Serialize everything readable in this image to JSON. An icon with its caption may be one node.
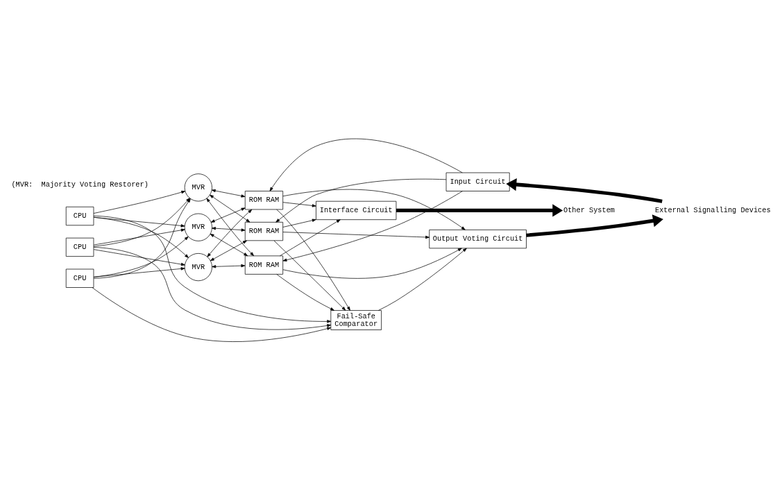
{
  "diagram": {
    "nodes": [
      {
        "text": [
          "CPU"
        ]
      },
      {
        "text": [
          "CPU"
        ]
      },
      {
        "text": [
          "CPU"
        ]
      },
      {
        "text": [
          "MVR"
        ]
      },
      {
        "text": [
          "MVR"
        ]
      },
      {
        "text": [
          "MVR"
        ]
      },
      {
        "text": [
          "Interface Circuit"
        ]
      },
      {
        "text": [
          "Other System"
        ]
      },
      {
        "text": [
          "ROM RAM"
        ]
      },
      {
        "text": [
          "ROM RAM"
        ]
      },
      {
        "text": [
          "ROM RAM"
        ]
      },
      {
        "text": [
          "Fail-Safe",
          "Comparator"
        ]
      },
      {
        "text": [
          "Output Voting Circuit"
        ]
      },
      {
        "text": [
          "Input Circuit"
        ]
      },
      {
        "text": [
          "External Signalling Devices"
        ]
      }
    ],
    "edges": [
      {
        "from": 0,
        "to": 3,
        "arrow": "to"
      },
      {
        "from": 0,
        "to": 4,
        "arrow": "to"
      },
      {
        "from": 0,
        "to": 5,
        "arrow": "to"
      },
      {
        "from": 1,
        "to": 3,
        "arrow": "to"
      },
      {
        "from": 1,
        "to": 4,
        "arrow": "to"
      },
      {
        "from": 1,
        "to": 5,
        "arrow": "to"
      },
      {
        "from": 2,
        "to": 3,
        "arrow": "to"
      },
      {
        "from": 2,
        "to": 4,
        "arrow": "to"
      },
      {
        "from": 2,
        "to": 5,
        "arrow": "to"
      },
      {
        "from": 3,
        "to": 8,
        "arrow": "both"
      },
      {
        "from": 4,
        "to": 8,
        "arrow": "both"
      },
      {
        "from": 5,
        "to": 8,
        "arrow": "both"
      },
      {
        "from": 3,
        "to": 9,
        "arrow": "both"
      },
      {
        "from": 4,
        "to": 9,
        "arrow": "both"
      },
      {
        "from": 5,
        "to": 9,
        "arrow": "both"
      },
      {
        "from": 3,
        "to": 10,
        "arrow": "both"
      },
      {
        "from": 4,
        "to": 10,
        "arrow": "both"
      },
      {
        "from": 5,
        "to": 10,
        "arrow": "both"
      },
      {
        "from": 0,
        "to": 11,
        "arrow": "to"
      },
      {
        "from": 1,
        "to": 11,
        "arrow": "to"
      },
      {
        "from": 2,
        "to": 11,
        "arrow": "to"
      },
      {
        "from": 8,
        "to": 11,
        "arrow": "to"
      },
      {
        "from": 9,
        "to": 11,
        "arrow": "to"
      },
      {
        "from": 10,
        "to": 11,
        "arrow": "to"
      },
      {
        "from": 8,
        "to": 6,
        "arrow": "to"
      },
      {
        "from": 9,
        "to": 6,
        "arrow": "to"
      },
      {
        "from": 10,
        "to": 6,
        "arrow": "to"
      },
      {
        "from": 6,
        "to": 7,
        "arrow": "to",
        "style": "thick"
      },
      {
        "from": 11,
        "to": 12,
        "arrow": "to"
      },
      {
        "from": 8,
        "to": 12,
        "arrow": "to"
      },
      {
        "from": 9,
        "to": 12,
        "arrow": "to"
      },
      {
        "from": 10,
        "to": 12,
        "arrow": "to"
      },
      {
        "from": 13,
        "to": 8,
        "arrow": "to"
      },
      {
        "from": 13,
        "to": 9,
        "arrow": "to"
      },
      {
        "from": 13,
        "to": 10,
        "arrow": "to"
      },
      {
        "from": 12,
        "to": 14,
        "arrow": "to",
        "style": "thick"
      },
      {
        "from": 14,
        "to": 13,
        "arrow": "to",
        "style": "thick"
      }
    ],
    "labels": [
      "(MVR:  Majority Voting Restorer)"
    ]
  }
}
